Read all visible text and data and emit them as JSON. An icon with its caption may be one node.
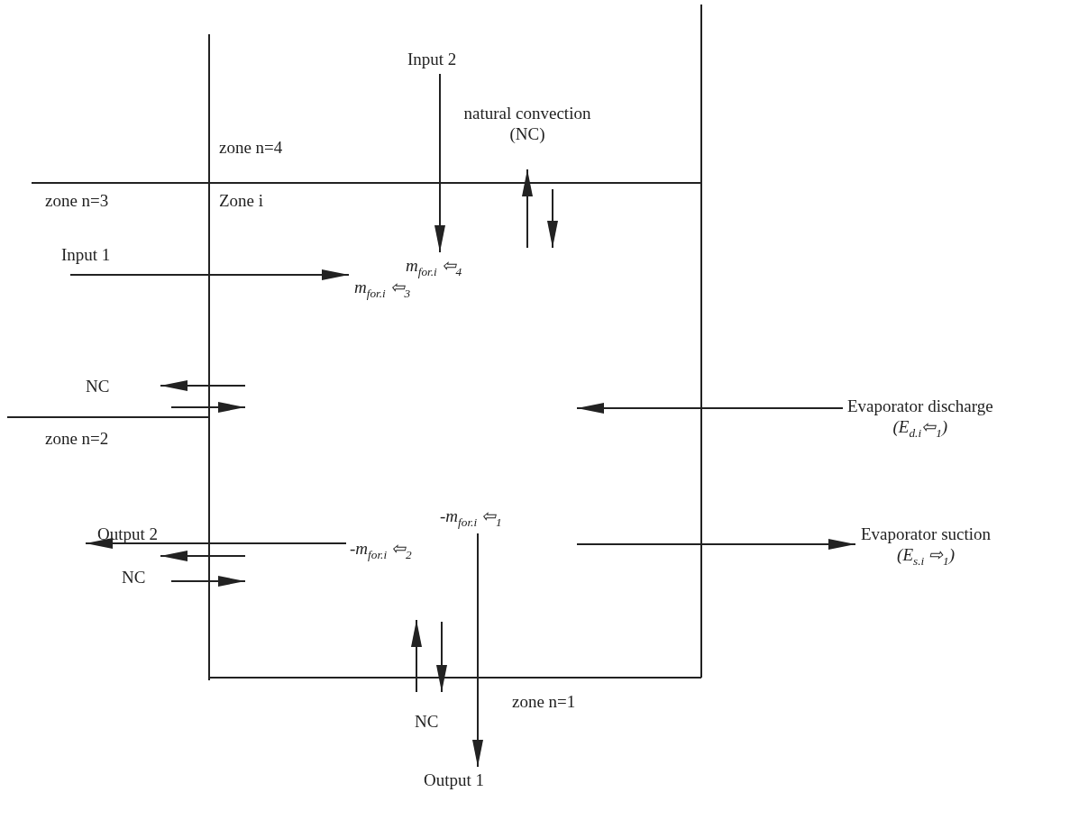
{
  "diagram": {
    "nodes": [
      {
        "text": [
          "Input 2"
        ]
      },
      {
        "text": [
          "m$_{for.i}$ ⇦$_{4}$"
        ]
      },
      {
        "text": [
          "m$_{for.i}$ ⇦$_{3}$"
        ]
      },
      {
        "text": [
          "Evaporator discharge",
          "(E$_{d.i}$⇦$_{1}$)"
        ]
      },
      {
        "text": [
          "Evaporator suction",
          "(E$_{s.i}$ ⇨$_{1}$)"
        ]
      },
      {
        "text": [
          "-m$_{for.i}$ ⇦$_{1}$"
        ]
      },
      {
        "text": [
          "-m$_{for.i}$ ⇦$_{2}$"
        ]
      },
      {
        "text": [
          "Output 1"
        ]
      },
      {
        "text": [
          "Output 2"
        ]
      }
    ],
    "edges": [
      {
        "from": 0,
        "to": 1,
        "arrow": "to"
      },
      {
        "from": null,
        "to": 2,
        "arrow": "to"
      },
      {
        "from": 3,
        "to": null,
        "arrow": "to"
      },
      {
        "from": null,
        "to": 4,
        "arrow": "to"
      },
      {
        "from": 6,
        "to": 8,
        "arrow": "to"
      },
      {
        "from": 5,
        "to": 7,
        "arrow": "to"
      }
    ],
    "labels": [
      "natural convection (NC)",
      "zone n=4",
      "zone n=3",
      "Zone i",
      "Input 1",
      "NC",
      "zone n=2",
      "NC",
      "zone n=1",
      "NC"
    ]
  }
}
